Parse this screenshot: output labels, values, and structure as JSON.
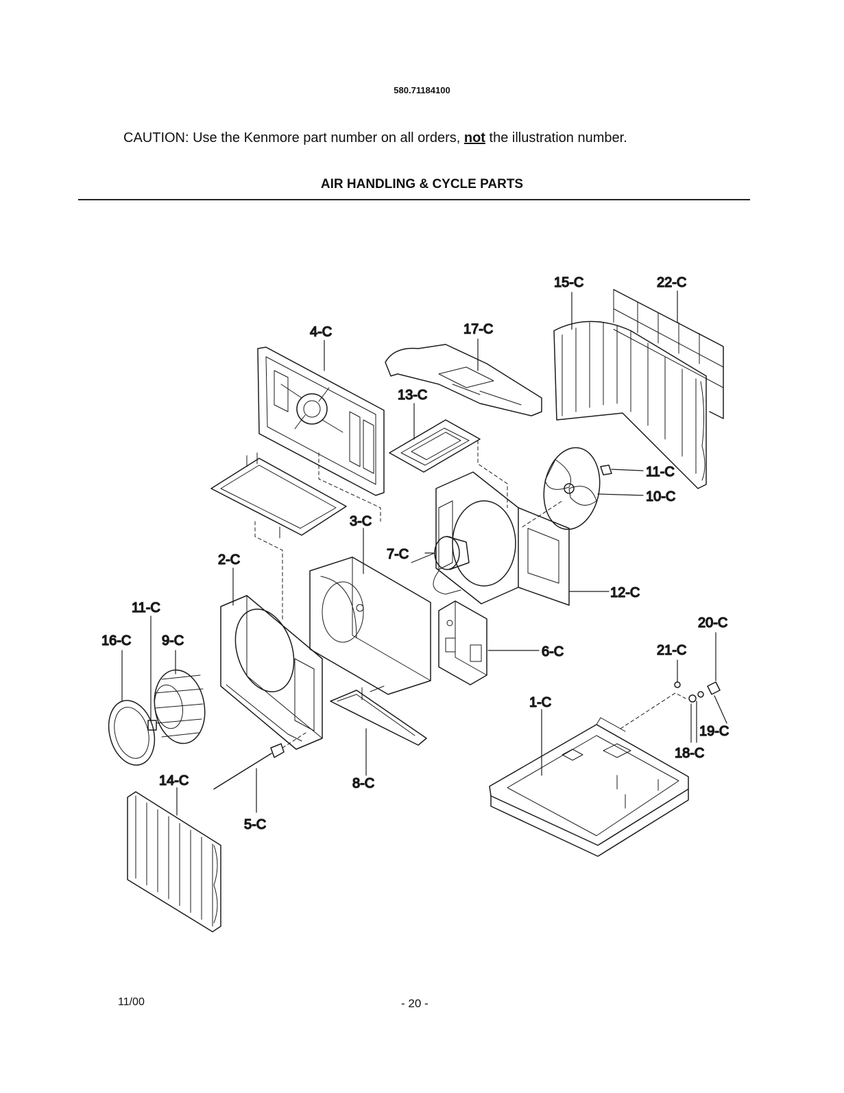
{
  "header": {
    "model_number": "580.71184100",
    "caution_pre": "CAUTION: Use the Kenmore part number on all orders, ",
    "caution_emph": "not",
    "caution_post": " the illustration number.",
    "section_title": "AIR HANDLING & CYCLE PARTS"
  },
  "callouts": {
    "c1": "1-C",
    "c2": "2-C",
    "c3": "3-C",
    "c4": "4-C",
    "c5": "5-C",
    "c6": "6-C",
    "c7": "7-C",
    "c8": "8-C",
    "c9": "9-C",
    "c10": "10-C",
    "c11a": "11-C",
    "c11b": "11-C",
    "c12": "12-C",
    "c13": "13-C",
    "c14": "14-C",
    "c15": "15-C",
    "c16": "16-C",
    "c17": "17-C",
    "c18": "18-C",
    "c19": "19-C",
    "c20": "20-C",
    "c21": "21-C",
    "c22": "22-C"
  },
  "footer": {
    "date": "11/00",
    "page": "- 20 -"
  }
}
